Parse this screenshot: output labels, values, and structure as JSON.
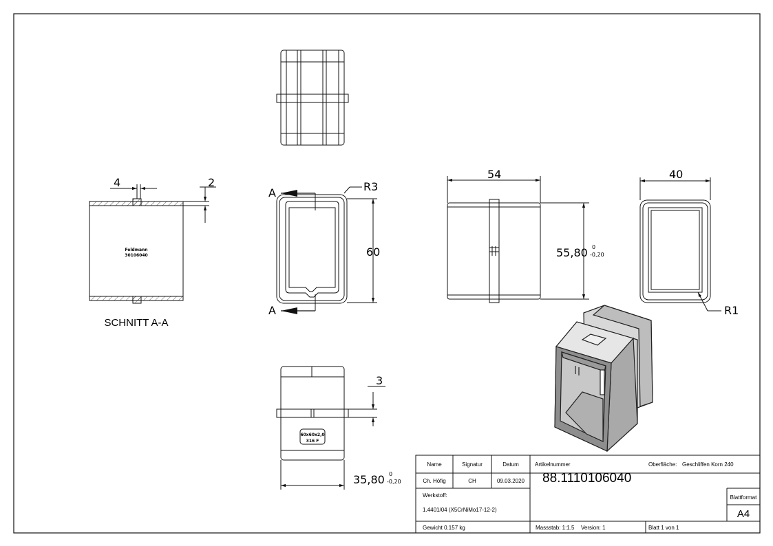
{
  "dims": {
    "d4": "4",
    "d2": "2",
    "r3": "R3",
    "d60": "60",
    "d54": "54",
    "d5580": "55,80",
    "d5580_up": "0",
    "d5580_low": "-0,20",
    "d40": "40",
    "r1": "R1",
    "d3": "3",
    "d3580": "35,80",
    "d3580_up": "0",
    "d3580_low": "-0,20",
    "sectionA": "A"
  },
  "labels": {
    "schnitt": "SCHNITT A-A",
    "stamp_line1": "Feldmann",
    "stamp_line2": "30106040",
    "part_label_line1": "60x60x2,0",
    "part_label_line2": "316 F"
  },
  "titleblock": {
    "name_header": "Name",
    "signatur_header": "Signatur",
    "datum_header": "Datum",
    "name": "Ch. Höfig",
    "signatur": "CH",
    "datum": "09.03.2020",
    "artikel_label": "Artikelnummer",
    "artikel": "88.1110106040",
    "oberflaeche_label": "Oberfläche:",
    "oberflaeche": "Geschliffen Korn 240",
    "werkstoff_label": "Werkstoff:",
    "werkstoff": "1.4401/04 (X5CrNiMo17-12-2)",
    "blattformat_label": "Blattformat",
    "blattformat": "A4",
    "gewicht": "Gewicht 0.157 kg",
    "massstab": "Massstab: 1:1.5",
    "version": "Version: 1",
    "blatt": "Blatt 1 von 1"
  }
}
